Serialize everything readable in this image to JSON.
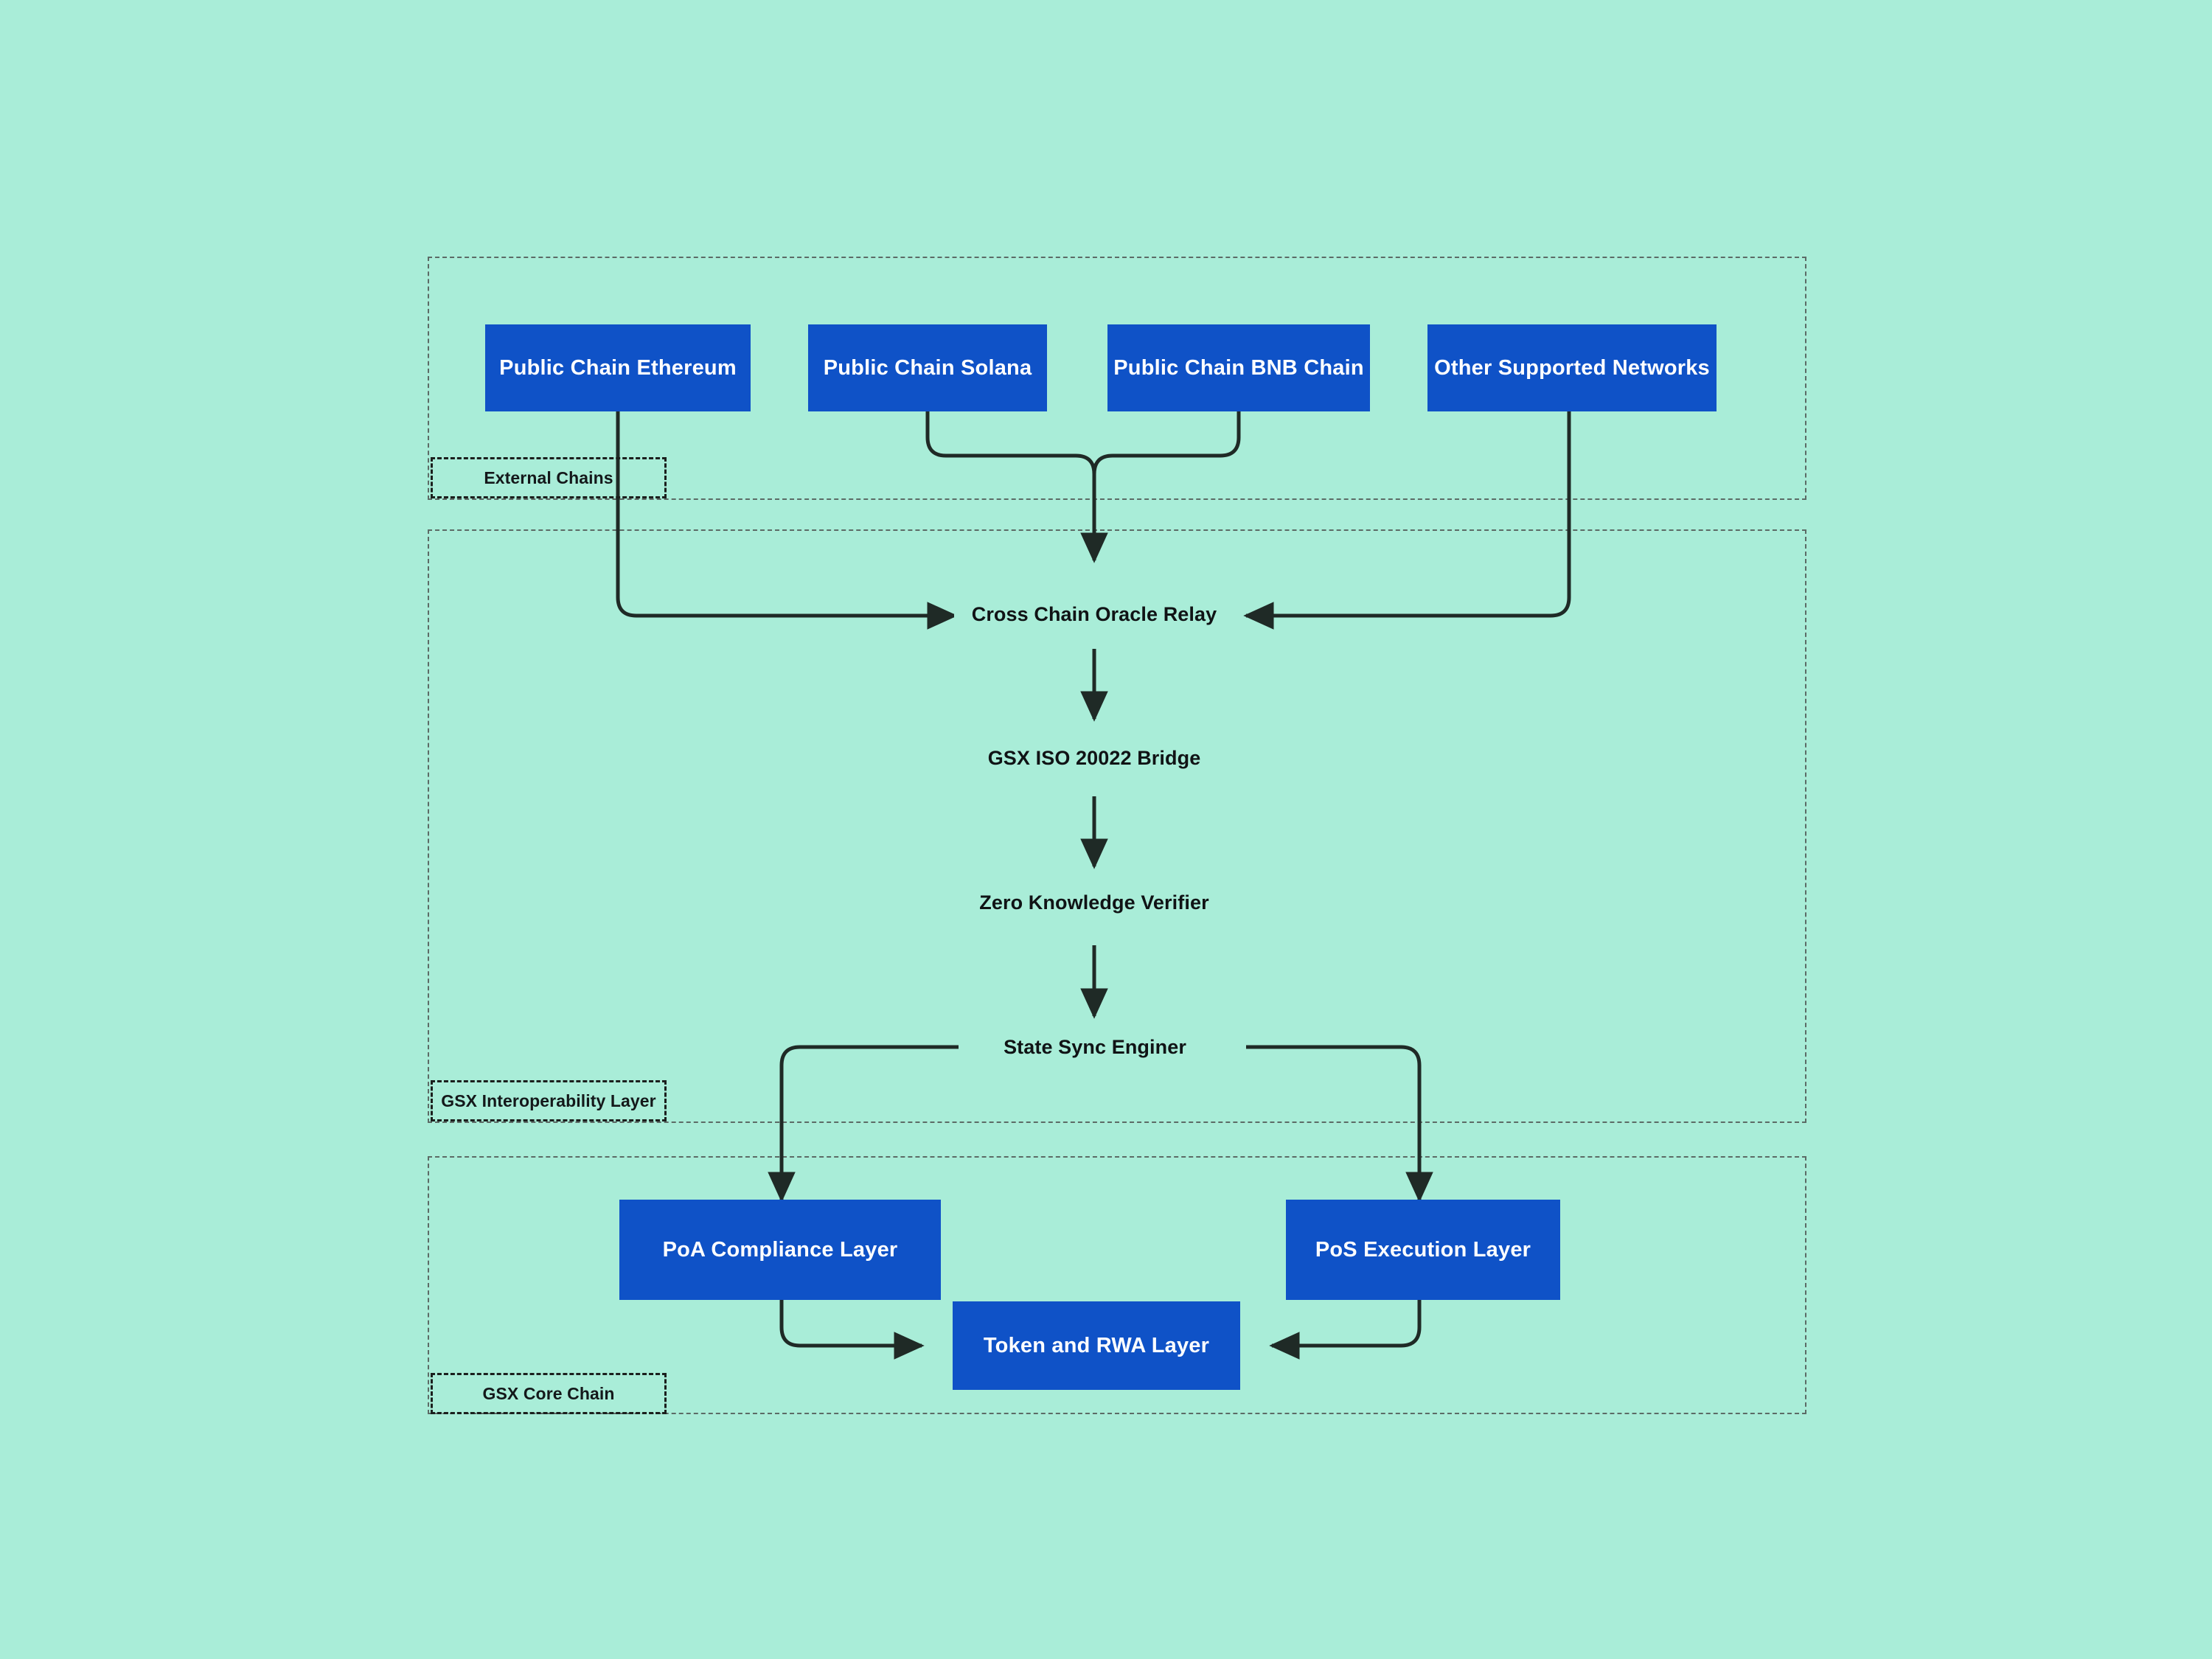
{
  "canvas": {
    "background_color": "#a9edd8",
    "node_fill_color": "#0f52c7",
    "node_text_color": "#ffffff",
    "edge_color": "#1f2a26",
    "container_border_color": "#5c6b66"
  },
  "groups": [
    {
      "id": "external-chains",
      "label": "External Chains"
    },
    {
      "id": "gsx-interoperability",
      "label": "GSX Interoperability Layer"
    },
    {
      "id": "gsx-core-chain",
      "label": "GSX Core Chain"
    }
  ],
  "nodes": {
    "ethereum": {
      "label": "Public Chain Ethereum",
      "style": "box"
    },
    "solana": {
      "label": "Public Chain Solana",
      "style": "box"
    },
    "bnb": {
      "label": "Public Chain BNB Chain",
      "style": "box"
    },
    "other_networks": {
      "label": "Other Supported Networks",
      "style": "box"
    },
    "oracle_relay": {
      "label": "Cross Chain Oracle Relay",
      "style": "text"
    },
    "iso_bridge": {
      "label": "GSX ISO 20022 Bridge",
      "style": "text"
    },
    "zk_verifier": {
      "label": "Zero Knowledge Verifier",
      "style": "text"
    },
    "state_sync": {
      "label": "State Sync Enginer",
      "style": "text"
    },
    "poa_compliance": {
      "label": "PoA Compliance Layer",
      "style": "box"
    },
    "pos_execution": {
      "label": "PoS Execution Layer",
      "style": "box"
    },
    "token_rwa": {
      "label": "Token and RWA Layer",
      "style": "box"
    }
  },
  "edges": [
    {
      "from": "ethereum",
      "to": "oracle_relay"
    },
    {
      "from": "solana",
      "to": "oracle_relay"
    },
    {
      "from": "bnb",
      "to": "oracle_relay"
    },
    {
      "from": "other_networks",
      "to": "oracle_relay"
    },
    {
      "from": "oracle_relay",
      "to": "iso_bridge"
    },
    {
      "from": "iso_bridge",
      "to": "zk_verifier"
    },
    {
      "from": "zk_verifier",
      "to": "state_sync"
    },
    {
      "from": "state_sync",
      "to": "poa_compliance"
    },
    {
      "from": "state_sync",
      "to": "pos_execution"
    },
    {
      "from": "poa_compliance",
      "to": "token_rwa"
    },
    {
      "from": "pos_execution",
      "to": "token_rwa"
    }
  ]
}
